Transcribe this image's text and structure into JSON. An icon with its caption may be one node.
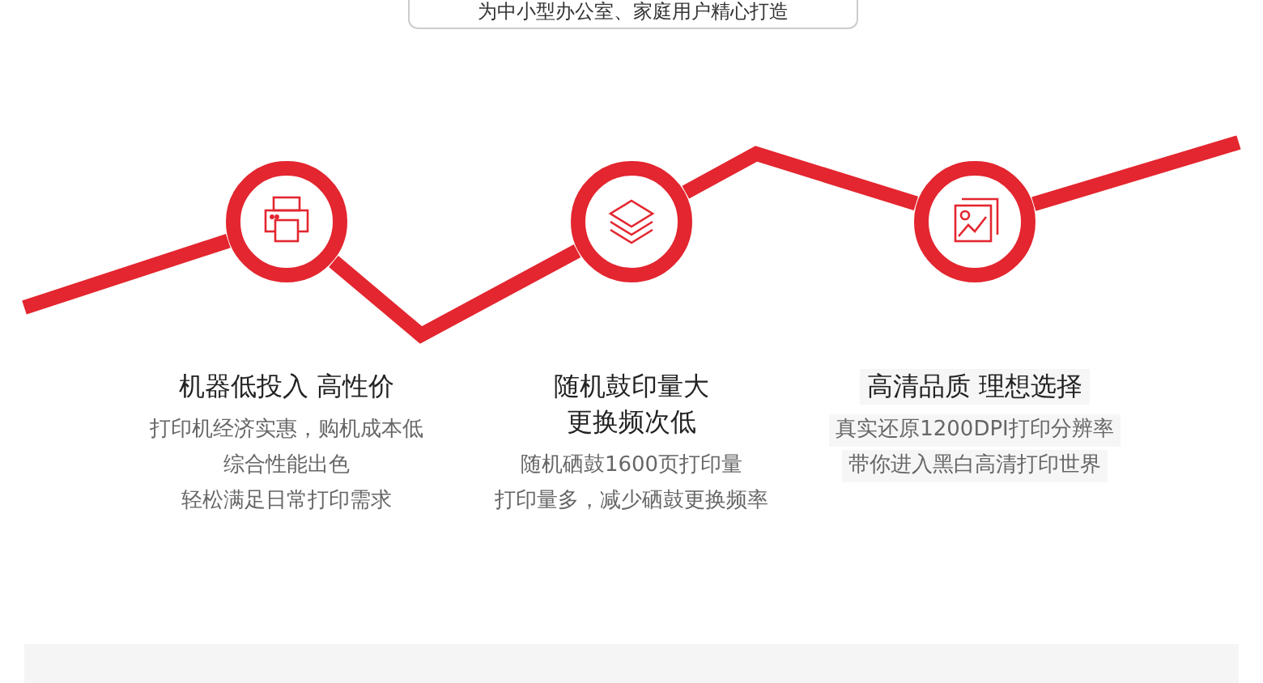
{
  "diagram": {
    "title": "为中小型办公室、家庭用户精心打造",
    "nodes": [
      {
        "text": [
          "机器低投入 高性价"
        ],
        "beside": [
          "打印机经济实惠，购机成本低",
          "综合性能出色",
          "轻松满足日常打印需求"
        ]
      },
      {
        "text": [
          "随机鼓印量大更换频次低"
        ],
        "beside": [
          "随机硒鼓1600页打印量",
          "打印量多，减少硒鼓更换频率"
        ]
      },
      {
        "text": [
          "高清品质 理想选择"
        ],
        "beside": [
          "真实还原1200DPI打印分辨率",
          "带你进入黑白高清打印世界"
        ]
      }
    ],
    "edges": [
      {
        "from": null,
        "to": 0,
        "arrow": "none"
      },
      {
        "from": 0,
        "to": 1,
        "arrow": "none"
      },
      {
        "from": 1,
        "to": 2,
        "arrow": "none"
      },
      {
        "from": 2,
        "to": null,
        "arrow": "none"
      }
    ]
  }
}
